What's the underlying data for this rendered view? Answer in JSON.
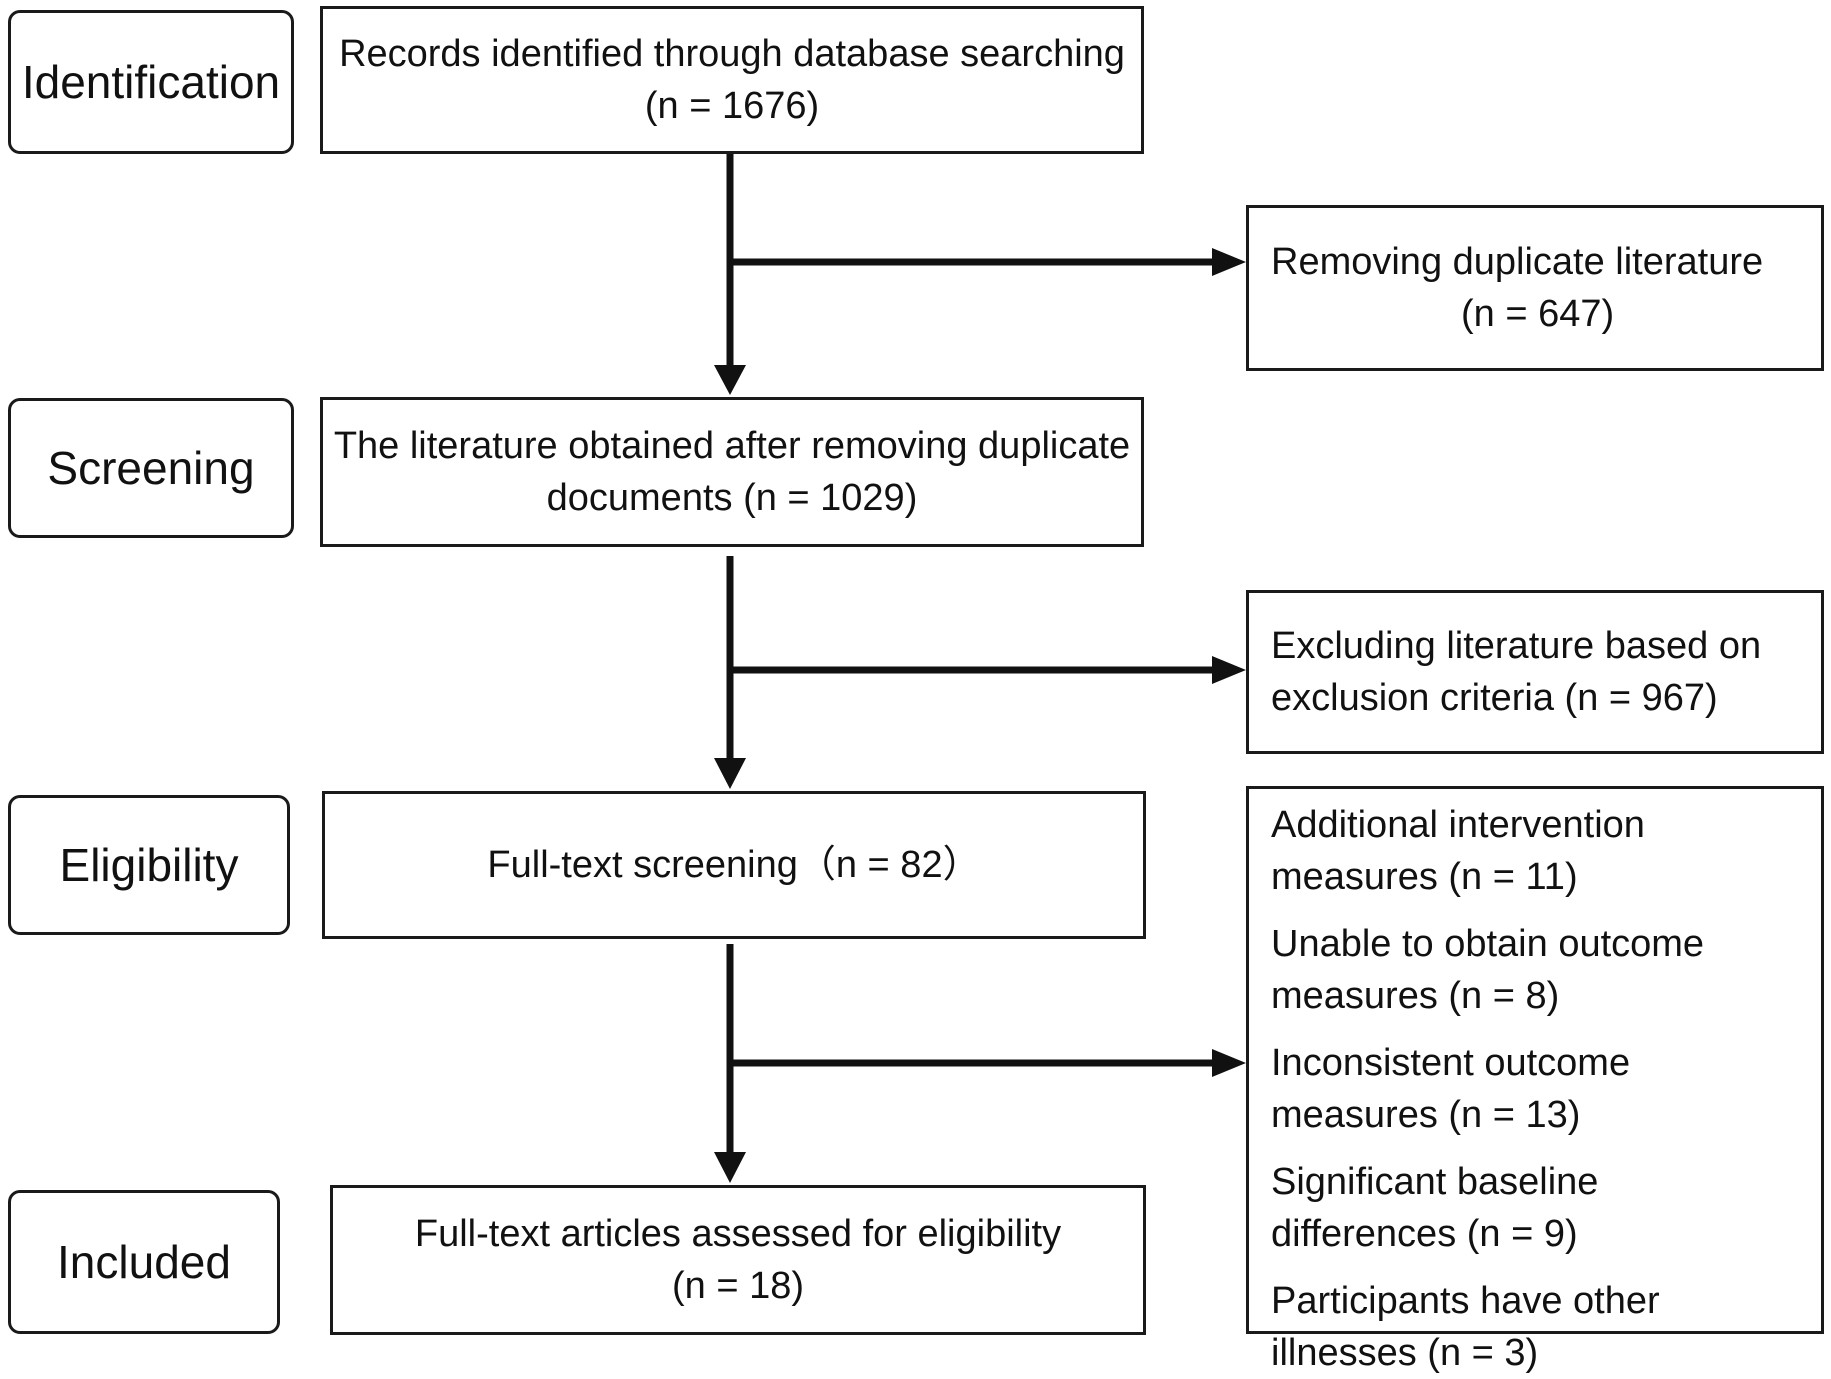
{
  "stages": {
    "identification": "Identification",
    "screening": "Screening",
    "eligibility": "Eligibility",
    "included": "Included"
  },
  "boxes": {
    "records": {
      "line1": "Records identified through database searching",
      "line2": "(n = 1676)"
    },
    "duplicates": {
      "line1": "Removing duplicate literature",
      "line2": "(n = 647)"
    },
    "after_dup": {
      "line1": "The literature obtained after removing duplicate",
      "line2": "documents (n = 1029)"
    },
    "excluded_criteria": {
      "line1": "Excluding literature based on",
      "line2": "exclusion criteria (n = 967)"
    },
    "fulltext": {
      "line1": "Full-text screening（n = 82）"
    },
    "included": {
      "line1": "Full-text articles assessed for eligibility",
      "line2": "(n = 18)"
    }
  },
  "exclusion_reasons": [
    {
      "line1": "Additional intervention",
      "line2": "measures (n = 11)"
    },
    {
      "line1": "Unable to obtain outcome",
      "line2": "measures (n = 8)"
    },
    {
      "line1": "Inconsistent outcome",
      "line2": "measures (n = 13)"
    },
    {
      "line1": "Significant baseline",
      "line2": "differences (n = 9)"
    },
    {
      "line1": "Participants have other",
      "line2": "illnesses (n = 3)"
    }
  ]
}
